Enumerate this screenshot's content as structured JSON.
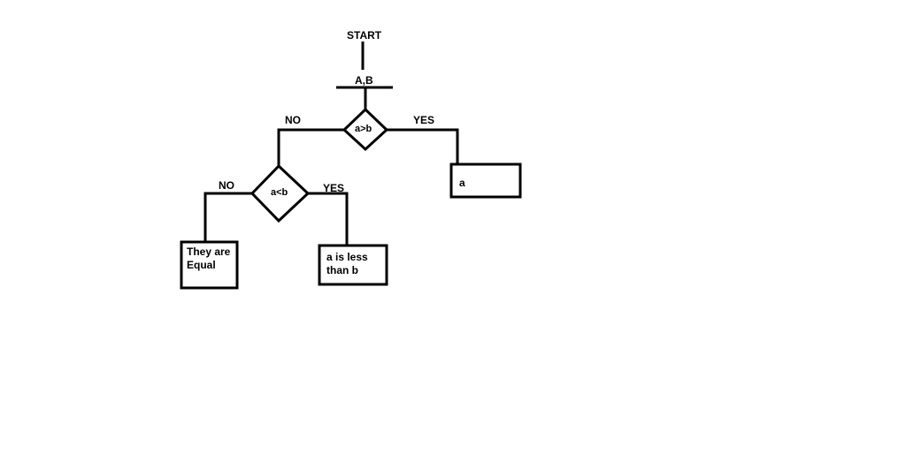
{
  "diagram": {
    "start_label": "START",
    "input_label": "A,B",
    "decision_1": "a>b",
    "decision_1_no": "NO",
    "decision_1_yes": "YES",
    "decision_2": "a<b",
    "decision_2_no": "NO",
    "decision_2_yes": "YES",
    "output_a": "a",
    "output_less": "a is less\nthan b",
    "output_equal": "They are\nEqual"
  },
  "colors": {
    "stroke": "#000000",
    "background": "#ffffff"
  }
}
